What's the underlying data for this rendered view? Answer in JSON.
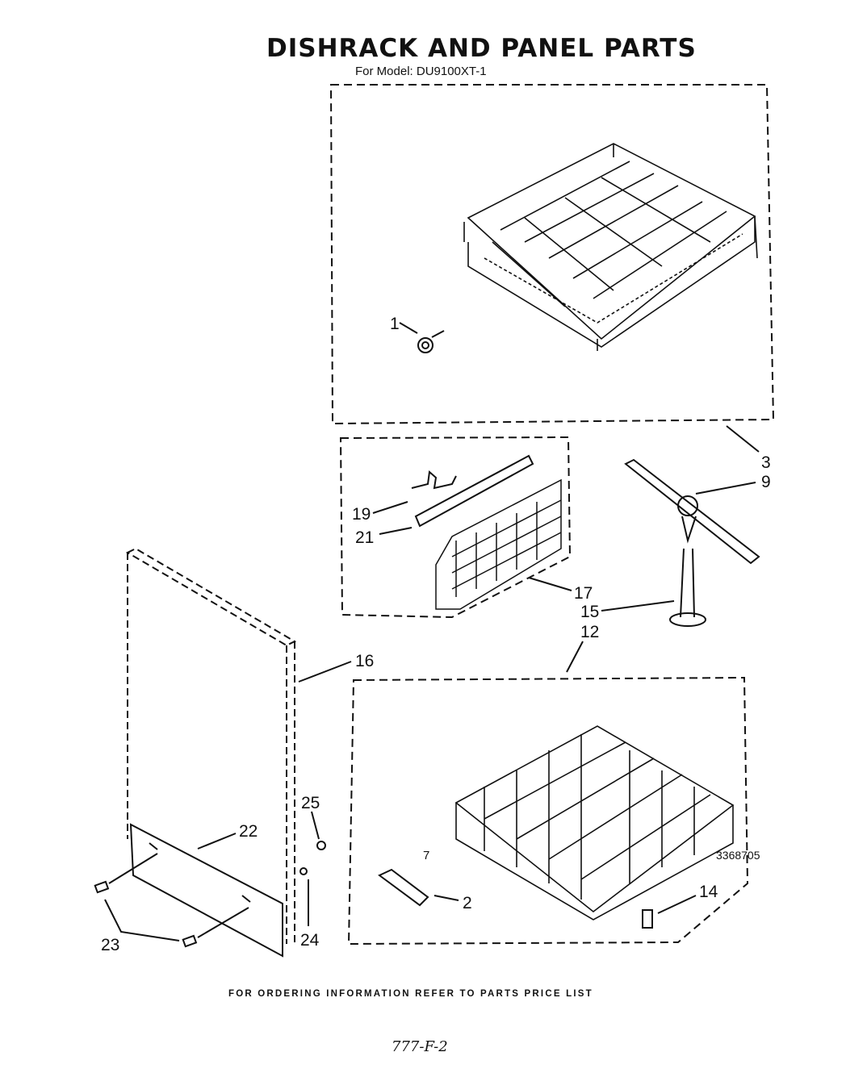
{
  "header": {
    "title": "DISHRACK AND PANEL PARTS",
    "model": "For Model: DU9100XT-1"
  },
  "callouts": [
    "1",
    "3",
    "9",
    "19",
    "21",
    "17",
    "15",
    "12",
    "16",
    "25",
    "22",
    "2",
    "14",
    "23",
    "24"
  ],
  "footer": {
    "ordering_note": "FOR ORDERING INFORMATION REFER TO PARTS PRICE LIST",
    "page_number": "7",
    "document_number": "3368705",
    "handwritten": "777-F-2"
  }
}
